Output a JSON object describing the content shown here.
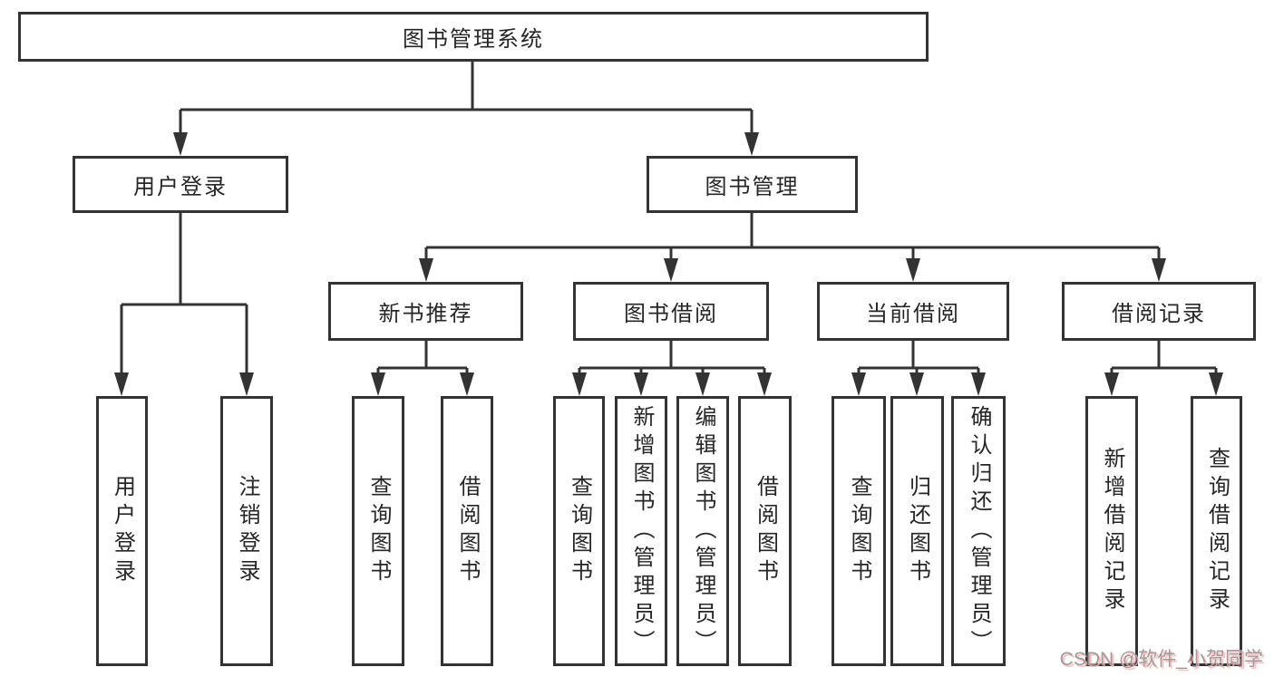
{
  "colors": {
    "line": "#333333",
    "text": "#262626",
    "box_background": "#ffffff",
    "page_background": "#ffffff",
    "watermark_text": "#9b9b9b",
    "watermark_shadow": "#ffb3b3"
  },
  "tree": {
    "root": {
      "label": "图书管理系统",
      "children": [
        {
          "label": "用户登录",
          "children": [
            {
              "label": "用户登录"
            },
            {
              "label": "注销登录"
            }
          ]
        },
        {
          "label": "图书管理",
          "children": [
            {
              "label": "新书推荐",
              "children": [
                {
                  "label": "查询图书"
                },
                {
                  "label": "借阅图书"
                }
              ]
            },
            {
              "label": "图书借阅",
              "children": [
                {
                  "label": "查询图书"
                },
                {
                  "label": "新增图书（管理员）"
                },
                {
                  "label": "编辑图书（管理员）"
                },
                {
                  "label": "借阅图书"
                }
              ]
            },
            {
              "label": "当前借阅",
              "children": [
                {
                  "label": "查询图书"
                },
                {
                  "label": "归还图书"
                },
                {
                  "label": "确认归还（管理员）"
                }
              ]
            },
            {
              "label": "借阅记录",
              "children": [
                {
                  "label": "新增借阅记录"
                },
                {
                  "label": "查询借阅记录"
                }
              ]
            }
          ]
        }
      ]
    }
  },
  "watermark": {
    "text": "CSDN @软件_小贺同学"
  }
}
